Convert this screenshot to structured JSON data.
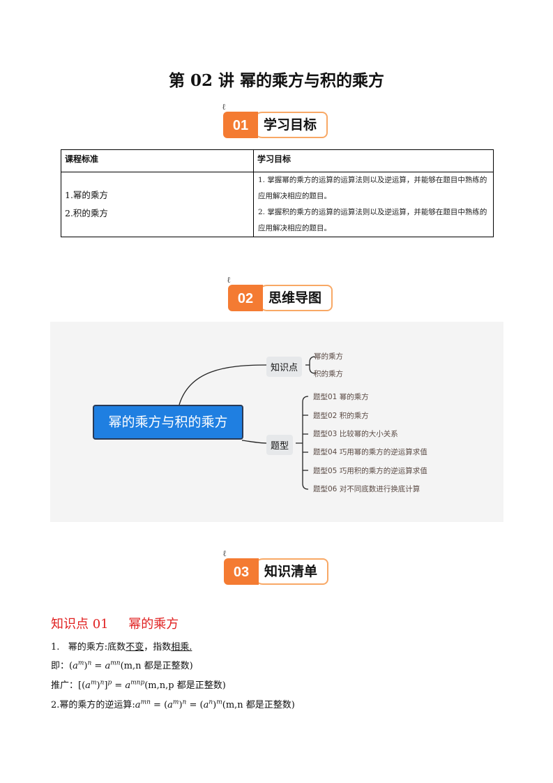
{
  "title": "第 02 讲  幂的乘方与积的乘方",
  "badges": [
    {
      "num": "01",
      "label": "学习目标"
    },
    {
      "num": "02",
      "label": "思维导图"
    },
    {
      "num": "03",
      "label": "知识清单"
    }
  ],
  "table": {
    "headers": [
      "课程标准",
      "学习目标"
    ],
    "left": [
      "1.幂的乘方",
      "2.积的乘方"
    ],
    "right": [
      "1. 掌握幂的乘方的运算的运算法则以及逆运算，并能够在题目中熟练的应用解决相应的题目。",
      "2. 掌握积的乘方的运算的运算法则以及逆运算，并能够在题目中熟练的应用解决相应的题目。"
    ]
  },
  "mindmap": {
    "center": "幂的乘方与积的乘方",
    "branches": [
      {
        "label": "知识点",
        "leaves": [
          "幂的乘方",
          "积的乘方"
        ]
      },
      {
        "label": "题型",
        "leaves": [
          "题型01  幂的乘方",
          "题型02  积的乘方",
          "题型03  比较幂的大小关系",
          "题型04  巧用幂的乘方的逆运算求值",
          "题型05  巧用积的乘方的逆运算求值",
          "题型06  对不同底数进行换底计算"
        ]
      }
    ]
  },
  "knowledge": {
    "heading": "知识点 01     幂的乘方",
    "l1": {
      "a": "1.   幂的乘方:底数",
      "b": "不变",
      "c": "，指数",
      "d": "相乘."
    },
    "l2": {
      "pre": "即：",
      "note": "(m,n 都是正整数)"
    },
    "l3": {
      "pre": "推广：",
      "note": "(m,n,p 都是正整数)"
    },
    "l4": {
      "pre": "2.幂的乘方的逆运算:",
      "note": "(m,n 都是正整数)"
    }
  },
  "colors": {
    "orange": "#f47b32",
    "red": "#e02020",
    "blue": "#1f7fe1"
  }
}
